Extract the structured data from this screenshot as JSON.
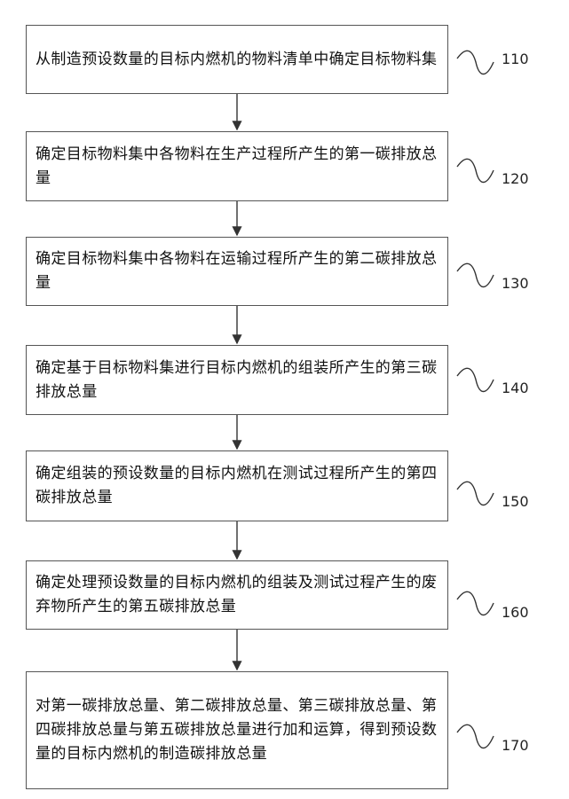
{
  "steps": [
    {
      "id": "110",
      "text": "从制造预设数量的目标内燃机的物料清单中确定目标物料集"
    },
    {
      "id": "120",
      "text": "确定目标物料集中各物料在生产过程所产生的第一碳排放总量"
    },
    {
      "id": "130",
      "text": "确定目标物料集中各物料在运输过程所产生的第二碳排放总量"
    },
    {
      "id": "140",
      "text": "确定基于目标物料集进行目标内燃机的组装所产生的第三碳排放总量"
    },
    {
      "id": "150",
      "text": "确定组装的预设数量的目标内燃机在测试过程所产生的第四碳排放总量"
    },
    {
      "id": "160",
      "text": "确定处理预设数量的目标内燃机的组装及测试过程产生的废弃物所产生的第五碳排放总量"
    },
    {
      "id": "170",
      "text": "对第一碳排放总量、第二碳排放总量、第三碳排放总量、第四碳排放总量与第五碳排放总量进行加和运算，得到预设数量的目标内燃机的制造碳排放总量"
    }
  ]
}
